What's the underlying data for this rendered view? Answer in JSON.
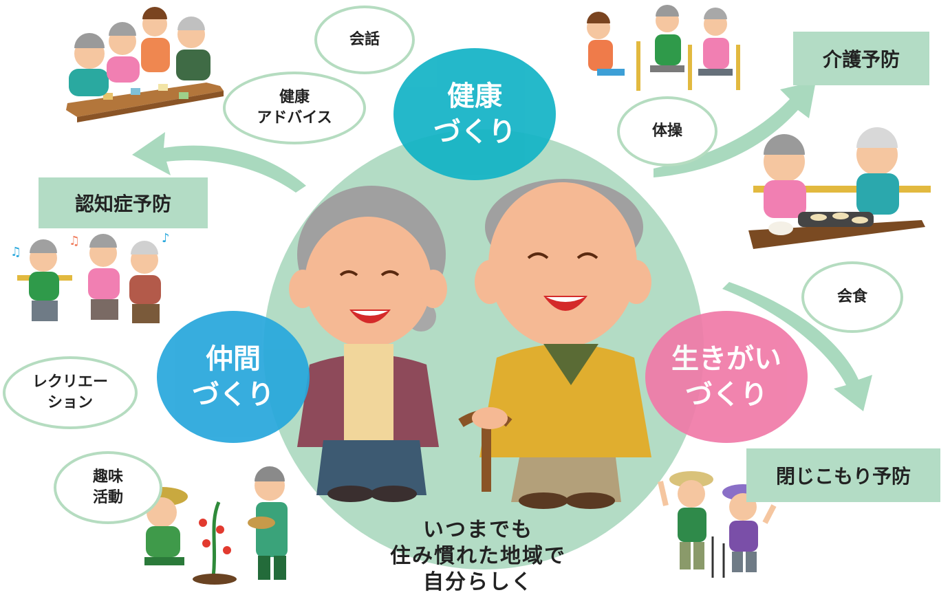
{
  "themes": {
    "health": {
      "line1": "健康",
      "line2": "づくり",
      "color": "#12b3c6"
    },
    "friends": {
      "line1": "仲間",
      "line2": "づくり",
      "color": "#27a7dc"
    },
    "purpose": {
      "line1": "生きがい",
      "line2": "づくり",
      "color": "#f07aa8"
    }
  },
  "goals": {
    "dementia": "認知症予防",
    "care": "介護予防",
    "seclusion": "閉じこもり予防"
  },
  "activities": {
    "conversation": "会話",
    "health_advice_1": "健康",
    "health_advice_2": "アドバイス",
    "exercise": "体操",
    "meal": "会食",
    "recreation_1": "レクリエー",
    "recreation_2": "ション",
    "hobby_1": "趣味",
    "hobby_2": "活動"
  },
  "caption": {
    "line1": "いつまでも",
    "line2": "住み慣れた地域で",
    "line3": "自分らしく"
  },
  "colors": {
    "circle": "#b3dcc5",
    "bubble_border": "#b5dcc0",
    "arrow": "#a9d9be"
  },
  "illustrations": [
    "elderly-woman-icon",
    "elderly-man-icon",
    "card-game-scene-icon",
    "exercise-scene-icon",
    "meal-scene-icon",
    "singing-scene-icon",
    "gardening-scene-icon",
    "hiking-scene-icon"
  ]
}
